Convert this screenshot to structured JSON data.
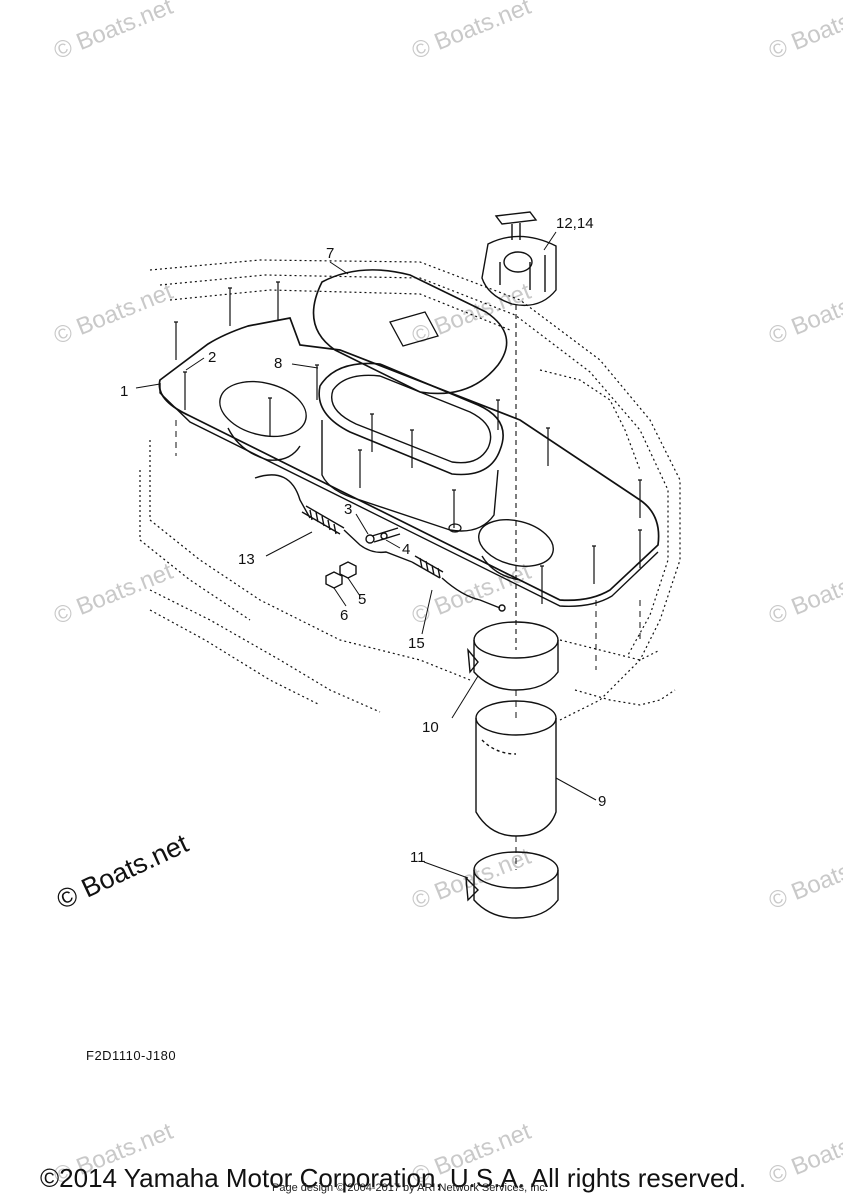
{
  "watermark": "© Boats.net",
  "diagram": {
    "callouts": {
      "c1": "1",
      "c2": "2",
      "c3": "3",
      "c4": "4",
      "c5": "5",
      "c6": "6",
      "c7": "7",
      "c8": "8",
      "c9": "9",
      "c10": "10",
      "c11": "11",
      "c12_14": "12,14",
      "c13": "13",
      "c15": "15"
    }
  },
  "figure_code": "F2D1110-J180",
  "footer": {
    "copyright": "©2014 Yamaha Motor Corporation, U.S.A. All rights reserved.",
    "credit": "Page design © 2004-2017 by ARI Network Services, Inc."
  }
}
